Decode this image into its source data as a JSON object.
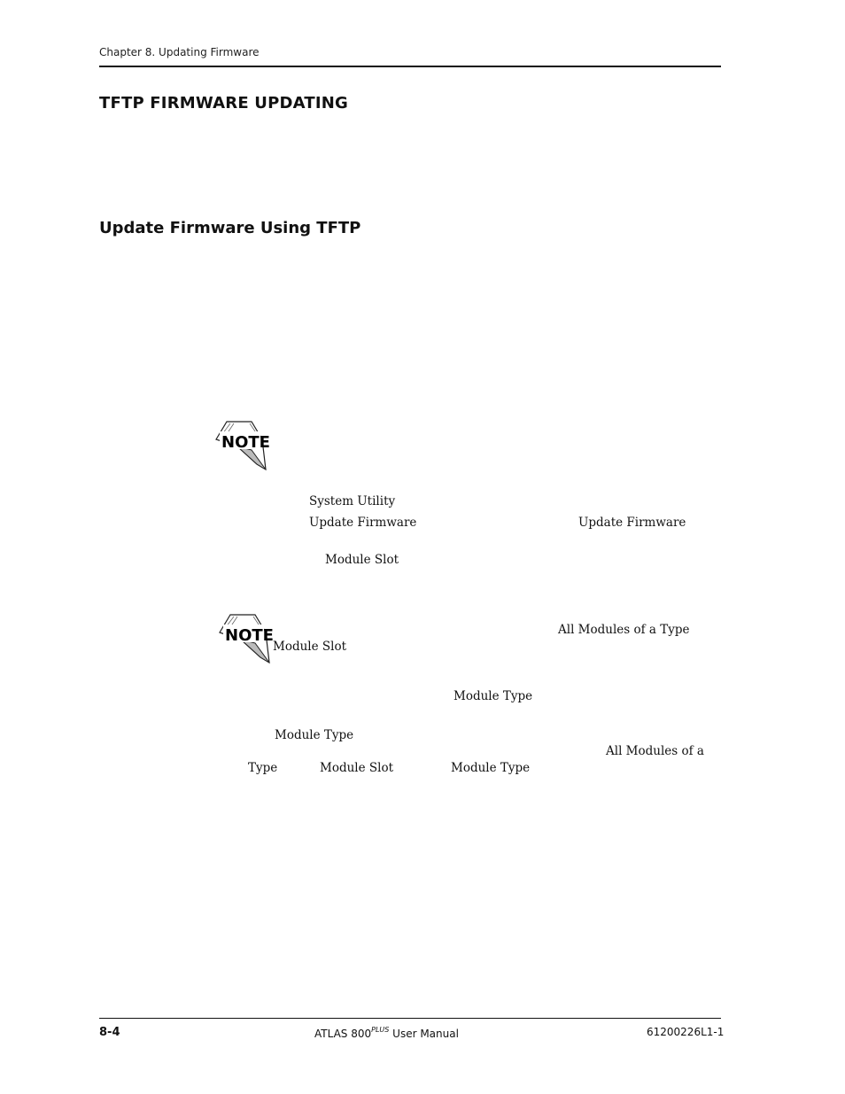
{
  "header": {
    "running_title": "Chapter 8.  Updating Firmware"
  },
  "section": {
    "title": "TFTP FIRMWARE UPDATING",
    "subtitle": "Update Firmware Using TFTP"
  },
  "note_icon_label": "NOTE",
  "menu_terms": {
    "system_utility": "System Utility",
    "update_firmware_1": "Update Firmware",
    "update_firmware_2": "Update Firmware",
    "module_slot_1": "Module Slot",
    "all_modules_type_1": "All Modules of a Type",
    "module_slot_2": "Module Slot",
    "module_type_1": "Module Type",
    "module_type_2": "Module Type",
    "all_modules_of_a": "All Modules of a",
    "type_word": "Type",
    "module_slot_3": "Module Slot",
    "module_type_3": "Module Type"
  },
  "footer": {
    "page_number": "8-4",
    "manual_prefix": "ATLAS  800",
    "manual_sup": "PLUS",
    "manual_suffix": " User Manual",
    "doc_number": "61200226L1-1"
  }
}
